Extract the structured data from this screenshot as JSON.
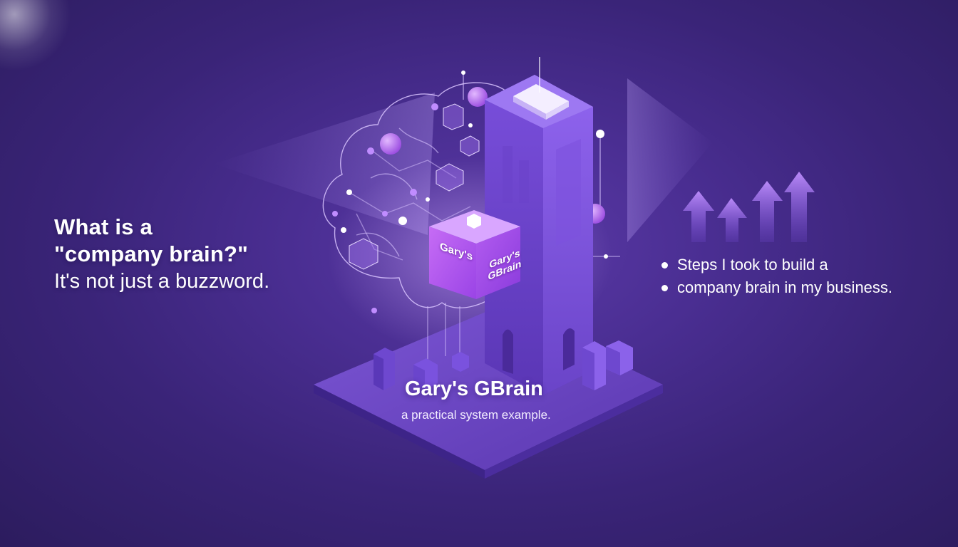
{
  "left_text": {
    "line1": "What is a",
    "line2": "\"company brain?\"",
    "line3": "It's not just a buzzword."
  },
  "right_text": {
    "bullets": [
      "Steps I took to build a",
      "company brain in my business."
    ]
  },
  "center": {
    "title": "Gary's GBrain",
    "subtitle": "a practical system example."
  },
  "cube": {
    "left_face_label": "Gary's",
    "right_face_label_1": "Gary's",
    "right_face_label_2": "GBrain"
  },
  "colors": {
    "background": "#3a2478",
    "accent": "#a855f7",
    "glow": "#e9d5ff",
    "text": "#ffffff"
  },
  "icons": {
    "arrows": "up-arrow-icon",
    "brain": "brain-network-icon",
    "bullet": "bullet-dot-icon"
  }
}
